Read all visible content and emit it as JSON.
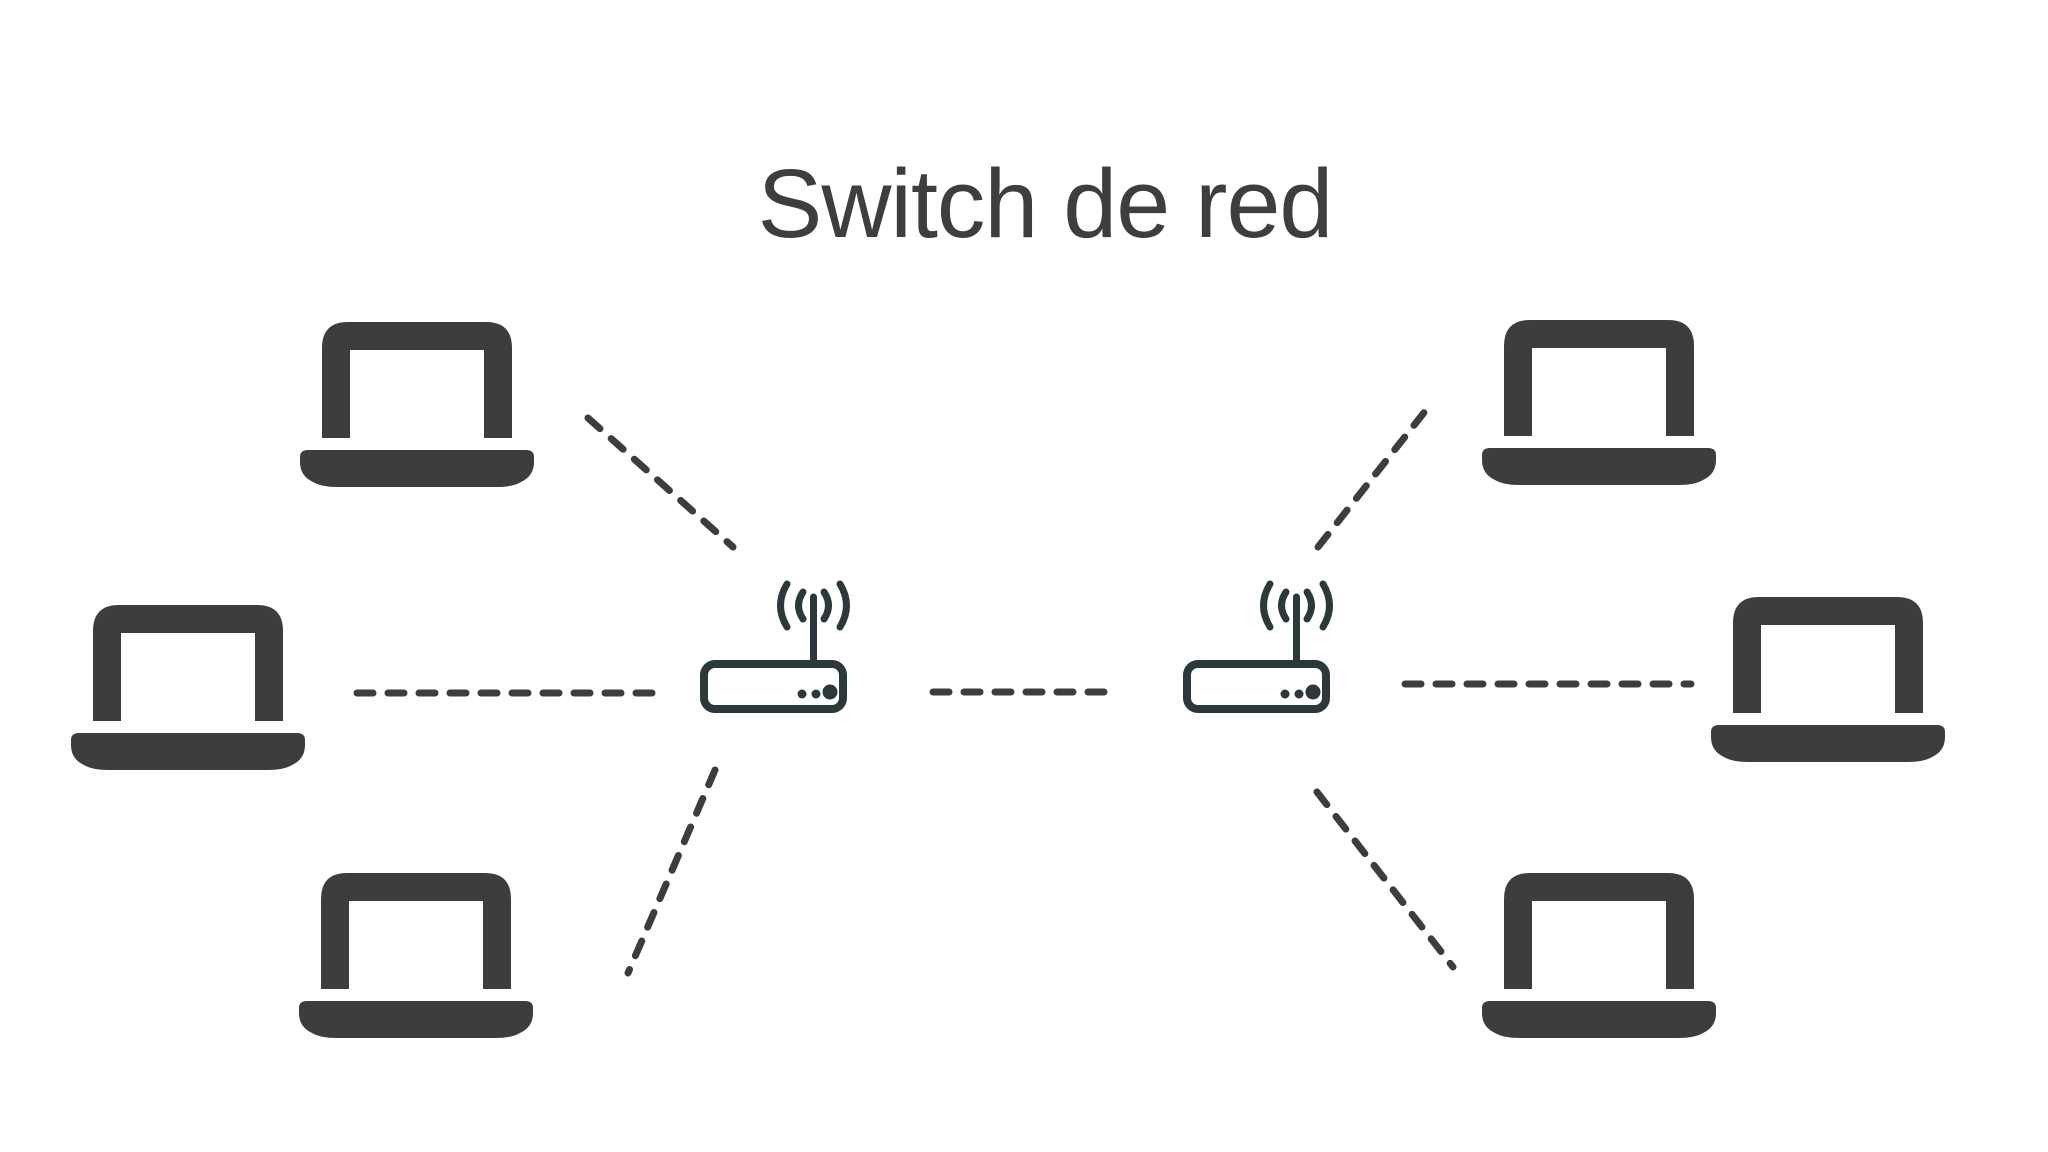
{
  "title": "Switch de red",
  "colors": {
    "background": "#ffffff",
    "text": "#3e3e3e",
    "device": "#3d3d3d",
    "switch": "#2c393b",
    "line": "#3d3d3d"
  },
  "diagram": {
    "nodes": [
      {
        "id": "laptop-top-left",
        "type": "laptop"
      },
      {
        "id": "laptop-middle-left",
        "type": "laptop"
      },
      {
        "id": "laptop-bottom-left",
        "type": "laptop"
      },
      {
        "id": "switch-left",
        "type": "wireless-switch"
      },
      {
        "id": "switch-right",
        "type": "wireless-switch"
      },
      {
        "id": "laptop-top-right",
        "type": "laptop"
      },
      {
        "id": "laptop-middle-right",
        "type": "laptop"
      },
      {
        "id": "laptop-bottom-right",
        "type": "laptop"
      }
    ],
    "connections": [
      {
        "from": "laptop-top-left",
        "to": "switch-left",
        "style": "dashed"
      },
      {
        "from": "laptop-middle-left",
        "to": "switch-left",
        "style": "dashed"
      },
      {
        "from": "laptop-bottom-left",
        "to": "switch-left",
        "style": "dashed"
      },
      {
        "from": "switch-left",
        "to": "switch-right",
        "style": "dashed"
      },
      {
        "from": "switch-right",
        "to": "laptop-top-right",
        "style": "dashed"
      },
      {
        "from": "switch-right",
        "to": "laptop-middle-right",
        "style": "dashed"
      },
      {
        "from": "switch-right",
        "to": "laptop-bottom-right",
        "style": "dashed"
      }
    ]
  }
}
